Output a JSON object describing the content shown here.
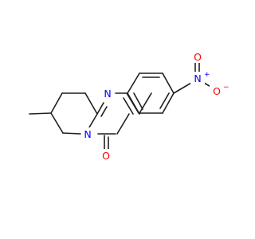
{
  "molecule": {
    "atoms": {
      "n_pyrimidine": {
        "label": "N",
        "color": "#0000ff"
      },
      "n_bridgehead": {
        "label": "N",
        "color": "#0000ff"
      },
      "n_nitro": {
        "label": "N",
        "charge": "+",
        "color": "#0000ff"
      },
      "o_carbonyl": {
        "label": "O",
        "color": "#ff0000"
      },
      "o_nitro_top": {
        "label": "O",
        "color": "#ff0000"
      },
      "o_nitro_right": {
        "label": "O",
        "charge": "−",
        "color": "#ff0000"
      }
    },
    "bond_color": "#1f1f1f"
  }
}
